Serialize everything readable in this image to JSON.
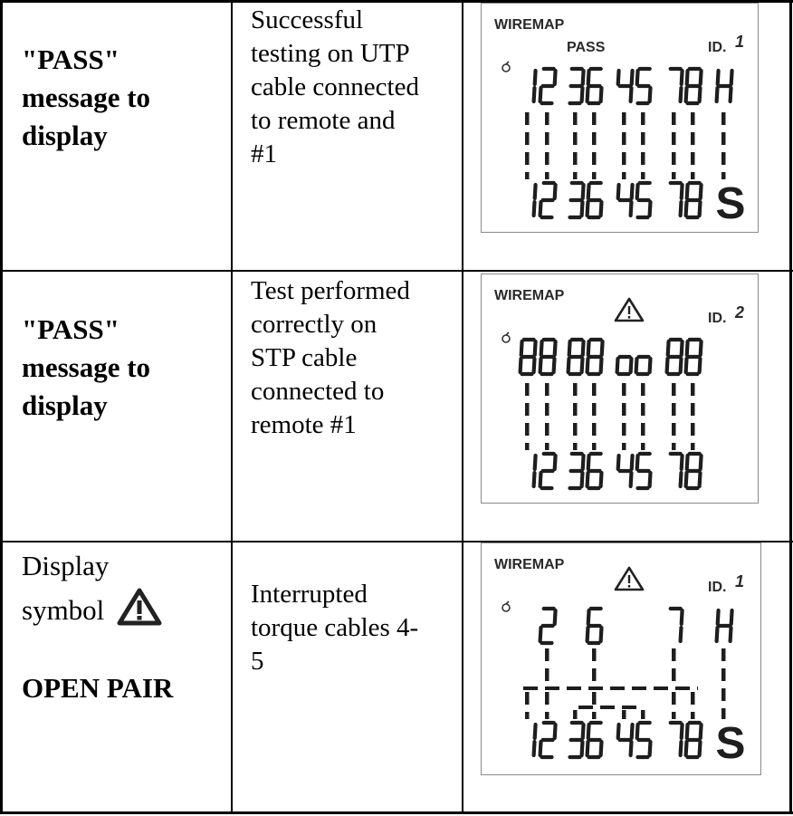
{
  "rows": [
    {
      "condition_lines": [
        "\"PASS\"",
        "message to",
        "display"
      ],
      "description_lines": [
        "Successful",
        "testing on UTP",
        "cable connected",
        "to remote and",
        "#1"
      ],
      "lcd": {
        "label": "WIREMAP",
        "status": "PASS",
        "warning_icon": false,
        "id_label": "ID.",
        "id_value": "1",
        "top_digits": [
          "1",
          "2",
          "3",
          "6",
          "4",
          "5",
          "7",
          "8",
          "H"
        ],
        "bottom_digits": [
          "1",
          "2",
          "3",
          "6",
          "4",
          "5",
          "7",
          "8",
          "S"
        ],
        "wiring": "straight-all-with-shield"
      }
    },
    {
      "condition_lines": [
        "\"PASS\"",
        "message to",
        "display"
      ],
      "description_lines": [
        "Test performed",
        "correctly on",
        "STP cable",
        "connected to",
        "remote #1"
      ],
      "lcd": {
        "label": "WIREMAP",
        "status": "",
        "warning_icon": true,
        "id_label": "ID.",
        "id_value": "2",
        "top_digits": [
          "8",
          "8",
          "8",
          "8",
          "o",
          "o",
          "8",
          "8"
        ],
        "bottom_digits": [
          "1",
          "2",
          "3",
          "6",
          "4",
          "5",
          "7",
          "8"
        ],
        "wiring": "straight-all"
      }
    },
    {
      "condition_lines": [
        "Display",
        "symbol"
      ],
      "condition_icon": "warning-triangle-icon",
      "condition_bold": "OPEN PAIR",
      "description_lines": [
        "Interrupted",
        "torque cables 4-",
        "5"
      ],
      "lcd": {
        "label": "WIREMAP",
        "status": "",
        "warning_icon": true,
        "id_label": "ID.",
        "id_value": "1",
        "top_digits": [
          "",
          "2",
          "",
          "6",
          "",
          "",
          "7",
          "",
          "H"
        ],
        "bottom_digits": [
          "1",
          "2",
          "3",
          "6",
          "4",
          "5",
          "7",
          "8",
          "S"
        ],
        "wiring": "open-pair"
      }
    }
  ],
  "colors": {
    "border": "#000000",
    "lcd_frame": "#8a8a8a",
    "lcd_ink": "#1e1e1e"
  }
}
